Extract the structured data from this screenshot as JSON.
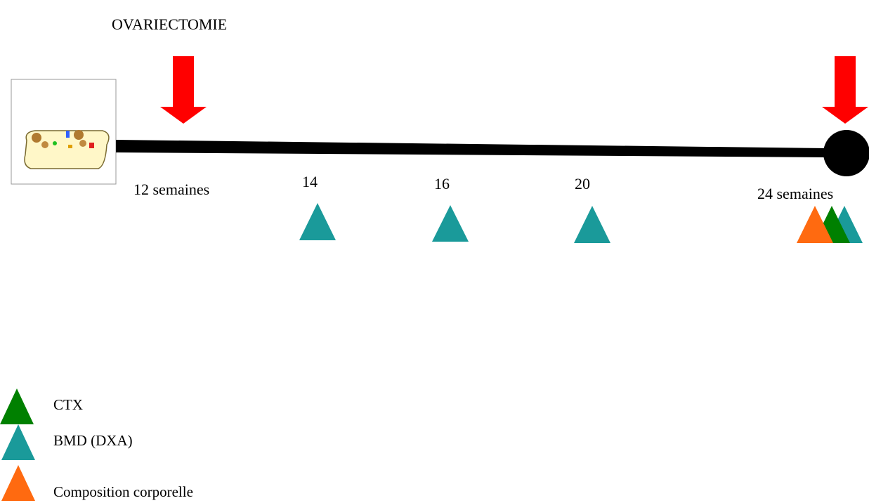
{
  "title": "OVARIECTOMIE",
  "timeline": {
    "start_label": "12 semaines",
    "end_label": "24 semaines",
    "weeks": [
      "14",
      "16",
      "20"
    ]
  },
  "legend": {
    "ctx": "CTX",
    "bmd": "BMD (DXA)",
    "body": "Composition corporelle"
  },
  "colors": {
    "arrow": "#ff0000",
    "ctx": "#008000",
    "bmd": "#1a9a9a",
    "body": "#ff6a10",
    "line": "#000000"
  }
}
